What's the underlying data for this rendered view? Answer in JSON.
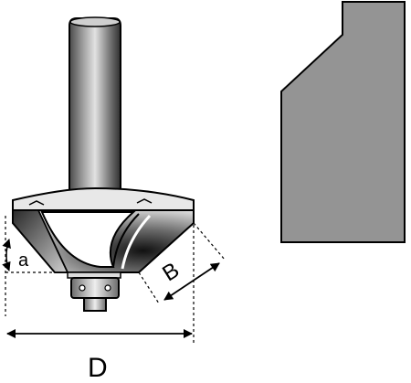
{
  "labels": {
    "angle": "a",
    "bevel_width": "B",
    "diameter": "D"
  },
  "colors": {
    "outline": "#000000",
    "profile_fill": "#949494",
    "shank_dark": "#3a3a3a",
    "shank_light": "#d9d9d9",
    "body_dark": "#1a1a1a",
    "body_light": "#f4f4f4",
    "background": "#ffffff"
  }
}
